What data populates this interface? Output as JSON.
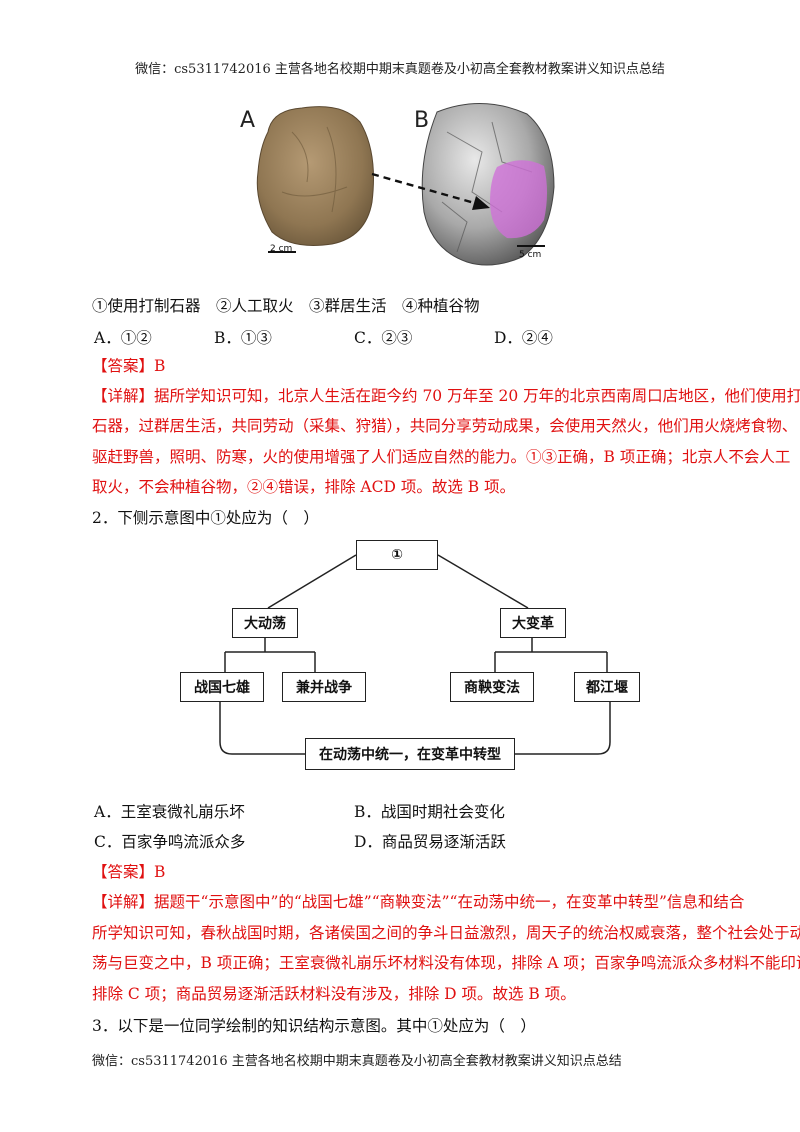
{
  "header": {
    "text": "微信：cs5311742016 主营各地名校期中期末真题卷及小初高全套教材教案讲义知识点总结"
  },
  "footer": {
    "text": "微信：cs5311742016 主营各地名校期中期末真题卷及小初高全套教材教案讲义知识点总结"
  },
  "figure1": {
    "label_a": "A",
    "label_b": "B",
    "scale_a": "2 cm",
    "scale_b": "5 cm"
  },
  "q1": {
    "statements": "①使用打制石器　②人工取火　③群居生活　④种植谷物",
    "options": [
      "A．①②",
      "B．①③",
      "C．②③",
      "D．②④"
    ],
    "answer": "【答案】B",
    "detail_tag": "【详解】",
    "detail_lines": [
      "据所学知识可知，北京人生活在距今约 70 万年至 20 万年的北京西南周口店地区，他们使用打制",
      "石器，过群居生活，共同劳动（采集、狩猎），共同分享劳动成果，会使用天然火，他们用火烧烤食物、",
      "驱赶野兽，照明、防寒，火的使用增强了人们适应自然的能力。①③正确，B 项正确；北京人不会人工",
      "取火，不会种植谷物，②④错误，排除 ACD 项。故选 B 项。"
    ]
  },
  "q2": {
    "question": "2．下侧示意图中①处应为（　）",
    "diagram": {
      "top": "①",
      "left": "大动荡",
      "right": "大变革",
      "ll": "战国七雄",
      "lr": "兼并战争",
      "rl": "商鞅变法",
      "rr": "都江堰",
      "bottom": "在动荡中统一，在变革中转型"
    },
    "options": [
      "A．王室衰微礼崩乐坏",
      "B．战国时期社会变化",
      "C．百家争鸣流派众多",
      "D．商品贸易逐渐活跃"
    ],
    "answer": "【答案】B",
    "detail_tag": "【详解】",
    "detail_lines": [
      "据题干“示意图中”的“战国七雄”“商鞅变法”“在动荡中统一，在变革中转型”信息和结合",
      "所学知识可知，春秋战国时期，各诸侯国之间的争斗日益激烈，周天子的统治权威衰落，整个社会处于动",
      "荡与巨变之中，B 项正确；王室衰微礼崩乐坏材料没有体现，排除 A 项；百家争鸣流派众多材料不能印证，",
      "排除 C 项；商品贸易逐渐活跃材料没有涉及，排除 D 项。故选 B 项。"
    ]
  },
  "q3": {
    "question": "3．以下是一位同学绘制的知识结构示意图。其中①处应为（　）"
  }
}
